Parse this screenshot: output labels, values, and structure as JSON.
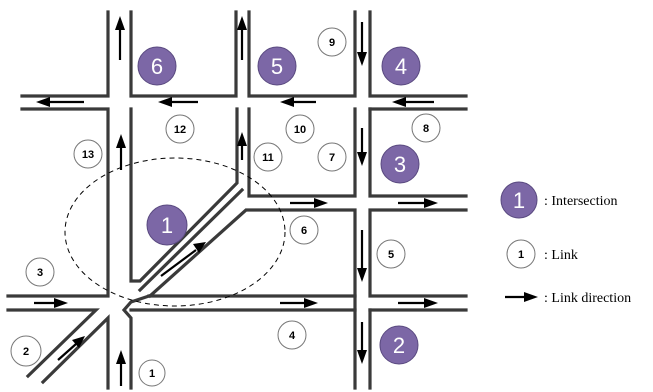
{
  "intersections": [
    {
      "id": "1"
    },
    {
      "id": "2"
    },
    {
      "id": "3"
    },
    {
      "id": "4"
    },
    {
      "id": "5"
    },
    {
      "id": "6"
    }
  ],
  "links": [
    {
      "id": "1"
    },
    {
      "id": "2"
    },
    {
      "id": "3"
    },
    {
      "id": "4"
    },
    {
      "id": "5"
    },
    {
      "id": "6"
    },
    {
      "id": "7"
    },
    {
      "id": "8"
    },
    {
      "id": "9"
    },
    {
      "id": "10"
    },
    {
      "id": "11"
    },
    {
      "id": "12"
    },
    {
      "id": "13"
    }
  ],
  "legend": {
    "intersection_symbol": "1",
    "intersection_label": ": Intersection",
    "link_symbol": "1",
    "link_label": ": Link",
    "direction_label": ": Link direction"
  },
  "colors": {
    "intersection_fill": "#7c67a6",
    "road": "#3a3a3a"
  }
}
